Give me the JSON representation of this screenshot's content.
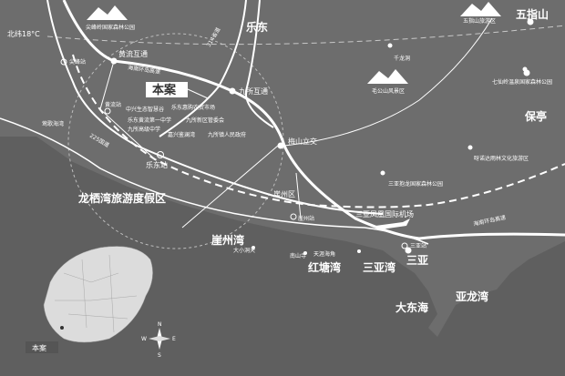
{
  "latitude_line": "北纬18°C",
  "cities": {
    "ledong": "乐东",
    "wuzhishan": "五指山",
    "baoting": "保亭",
    "sanya": "三亚"
  },
  "project_label": "本案",
  "interchanges": {
    "huangliu": "黄流互通",
    "jiusuo": "九所互通",
    "meishan": "梅山立交"
  },
  "highways": {
    "hainan_ring": "海南环岛高速",
    "g225": "225国道",
    "s314": "314省道"
  },
  "stations": {
    "jianfeng": "尖峰站",
    "huangliu": "黄流站",
    "ledong": "乐东站",
    "yazhou": "崖州站",
    "sanya": "三亚站"
  },
  "districts": {
    "yazhou": "崖州区"
  },
  "airport": "三亚凤凰国际机场",
  "scenic": {
    "jianfengling": "尖峰岭国家森林公园",
    "wuzhishan_area": "五指山旅游区",
    "qianlong": "千龙洞",
    "maogan": "毛公山风景区",
    "qixianling": "七仙岭温泉国家森林公园",
    "hainuoda": "呀诺达雨林文化旅游区",
    "baopoling": "三亚抱龙国家森林公园",
    "nanshan": "南山寺",
    "tianya": "天涯海角",
    "daxiaodongtian": "大小洞天",
    "yinggehai": "莺歌海湾"
  },
  "bays": {
    "longqi": "龙栖湾旅游度假区",
    "yazhouwan": "崖州湾",
    "hongtang": "红塘湾",
    "sanyawan": "三亚湾",
    "dadonghai": "大东海",
    "yalongwan": "亚龙湾"
  },
  "ledong_facilities": [
    "中兴生态智慧谷",
    "乐东惠购农贸市场",
    "九所新区管委会",
    "九所镇人民政府",
    "乐东黄流第一中学",
    "九所高级中学",
    "嘉兴鉴澜湾"
  ],
  "inset": {
    "label": "本案",
    "compass": [
      "N",
      "E",
      "S",
      "W"
    ]
  },
  "colors": {
    "background": "#6d6d6d",
    "road": "#ffffff",
    "ring": "#bbbbbb",
    "land": "#dcdcdc"
  }
}
